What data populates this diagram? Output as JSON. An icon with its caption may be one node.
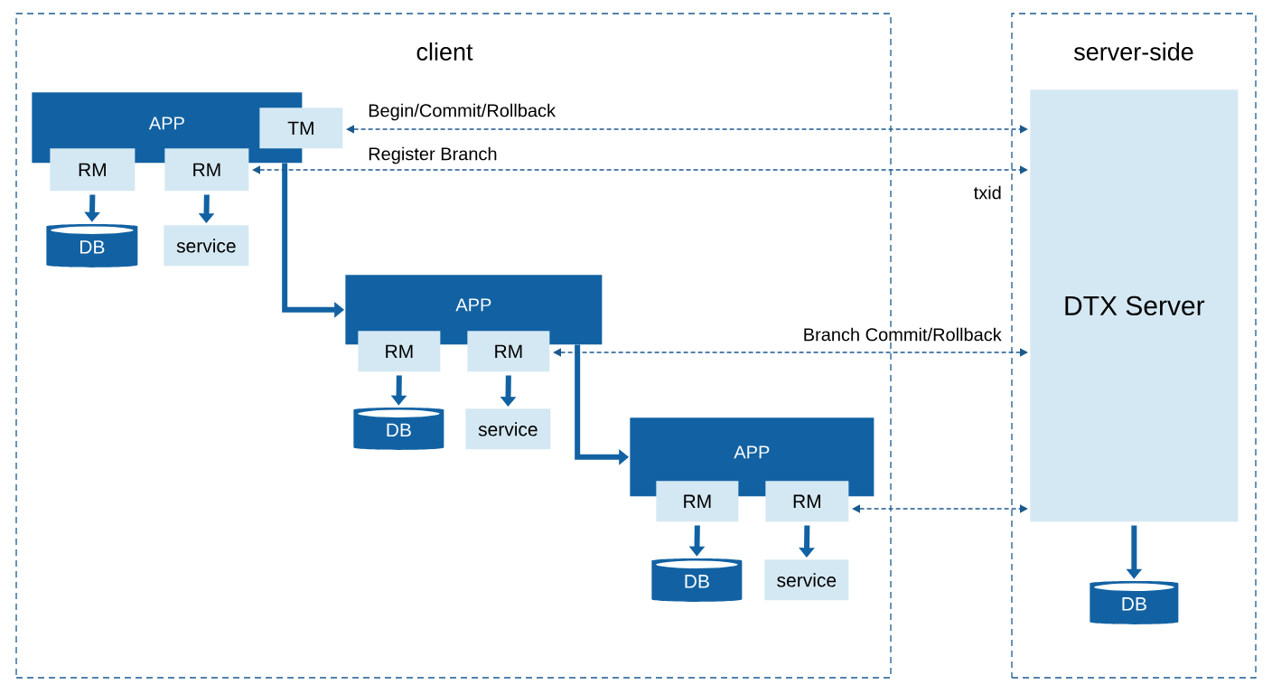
{
  "diagram": {
    "nodes": [
      {
        "text": [
          "client"
        ]
      },
      {
        "text": [
          "server-side"
        ]
      },
      {
        "text": [
          "APP"
        ],
        "in": 0
      },
      {
        "text": [
          "TM"
        ],
        "in": 0
      },
      {
        "text": [
          "RM"
        ],
        "in": 0
      },
      {
        "text": [
          "RM"
        ],
        "in": 0
      },
      {
        "text": [
          "DB"
        ],
        "in": 0
      },
      {
        "text": [
          "service"
        ],
        "in": 0
      },
      {
        "text": [
          "APP"
        ],
        "in": 0
      },
      {
        "text": [
          "RM"
        ],
        "in": 0
      },
      {
        "text": [
          "RM"
        ],
        "in": 0
      },
      {
        "text": [
          "DB"
        ],
        "in": 0
      },
      {
        "text": [
          "service"
        ],
        "in": 0
      },
      {
        "text": [
          "APP"
        ],
        "in": 0
      },
      {
        "text": [
          "RM"
        ],
        "in": 0
      },
      {
        "text": [
          "RM"
        ],
        "in": 0
      },
      {
        "text": [
          "DB"
        ],
        "in": 0
      },
      {
        "text": [
          "service"
        ],
        "in": 0
      },
      {
        "text": [
          "DTX Server"
        ],
        "in": 1
      },
      {
        "text": [
          "DB"
        ],
        "in": 1
      }
    ],
    "edges": [
      {
        "from": 4,
        "to": 6,
        "arrow": "to"
      },
      {
        "from": 5,
        "to": 7,
        "arrow": "to"
      },
      {
        "from": 2,
        "to": 8,
        "arrow": "to"
      },
      {
        "from": 9,
        "to": 11,
        "arrow": "to"
      },
      {
        "from": 10,
        "to": 12,
        "arrow": "to"
      },
      {
        "from": 8,
        "to": 13,
        "arrow": "to"
      },
      {
        "from": 14,
        "to": 16,
        "arrow": "to"
      },
      {
        "from": 15,
        "to": 17,
        "arrow": "to"
      },
      {
        "from": 18,
        "to": 19,
        "arrow": "to"
      },
      {
        "from": 3,
        "to": 18,
        "arrow": "both",
        "style": "dashed",
        "label": "Begin/Commit/Rollback"
      },
      {
        "from": 5,
        "to": 18,
        "arrow": "both",
        "style": "dashed",
        "label": "Register Branch"
      },
      {
        "from": 10,
        "to": 18,
        "arrow": "both",
        "style": "dashed",
        "label": "Branch Commit/Rollback"
      },
      {
        "from": 15,
        "to": 18,
        "arrow": "both",
        "style": "dashed"
      }
    ],
    "labels": [
      "txid"
    ]
  }
}
